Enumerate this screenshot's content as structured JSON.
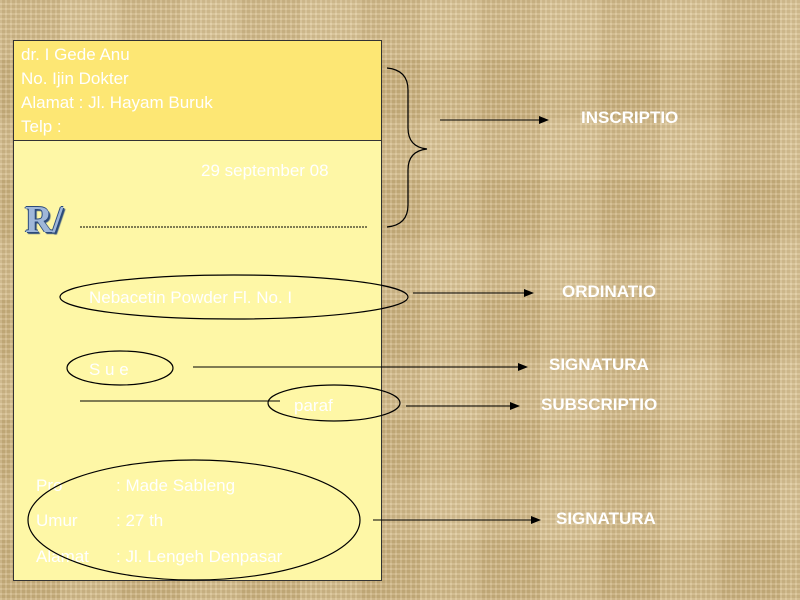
{
  "header": {
    "doctor": "dr. I Gede Anu",
    "license": "No. Ijin Dokter",
    "address": "Alamat : Jl. Hayam Buruk",
    "phone": "Telp  :"
  },
  "date": "29 september 08",
  "rx_symbol": "R/",
  "prescription": {
    "drug": "Nebacetin Powder  Fl. No. I",
    "signa": "S u e",
    "signature": "paraf"
  },
  "patient": {
    "name_label": "Pro",
    "name_value": ":  Made Sableng",
    "age_label": "Umur",
    "age_value": ":   27 th",
    "address_label": "Alamat",
    "address_value": ":  Jl. Lengeh Denpasar"
  },
  "labels": {
    "inscriptio": "INSCRIPTIO",
    "ordinatio": "ORDINATIO",
    "signatura_1": "SIGNATURA",
    "subscriptio": "SUBSCRIPTIO",
    "signatura_2": "SIGNATURA"
  },
  "colors": {
    "header_bg": "#fde774",
    "form_bg": "#fef7a6",
    "text": "#ffffff"
  }
}
